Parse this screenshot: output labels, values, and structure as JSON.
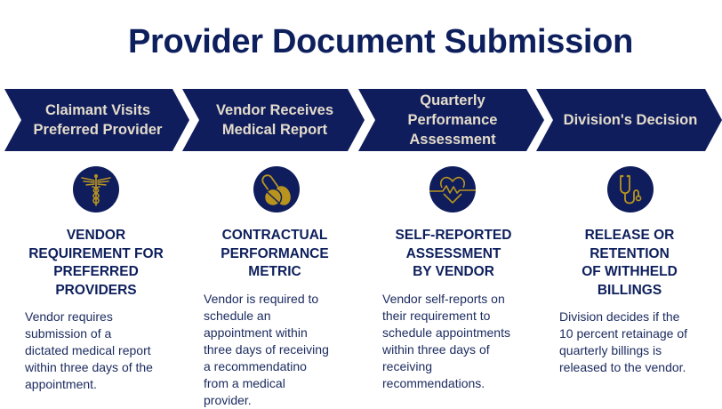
{
  "title": "Provider Document Submission",
  "colors": {
    "navy": "#0f1d5c",
    "title_navy": "#0d1f5c",
    "chevron_text": "#e4dccb",
    "gold": "#b8941f",
    "body_text": "#1a2a5e"
  },
  "steps": [
    {
      "chevron_lines": [
        "Claimant Visits",
        "Preferred Provider"
      ],
      "icon": "caduceus-icon",
      "heading_lines": [
        "VENDOR",
        "REQUIREMENT FOR",
        "PREFERRED",
        "PROVIDERS"
      ],
      "body_lines": [
        "Vendor requires",
        "submission of a",
        "dictated medical report",
        "within three days of the",
        "appointment."
      ]
    },
    {
      "chevron_lines": [
        "Vendor Receives",
        "Medical Report"
      ],
      "icon": "pills-icon",
      "heading_lines": [
        "CONTRACTUAL",
        "PERFORMANCE",
        "METRIC"
      ],
      "body_lines": [
        "Vendor is required to",
        "schedule an",
        "appointment within",
        "three days of receiving",
        "a recommendatino",
        "from a medical",
        "provider."
      ]
    },
    {
      "chevron_lines": [
        "Quarterly",
        "Performance",
        "Assessment"
      ],
      "icon": "heartbeat-icon",
      "heading_lines": [
        "SELF-REPORTED",
        "ASSESSMENT",
        "BY VENDOR"
      ],
      "body_lines": [
        "Vendor self-reports on",
        "their requirement to",
        "schedule appointments",
        "within three days of",
        "receiving",
        "recommendations."
      ]
    },
    {
      "chevron_lines": [
        "Division's Decision"
      ],
      "icon": "stethoscope-icon",
      "heading_lines": [
        "RELEASE OR",
        "RETENTION",
        "OF WITHHELD",
        "BILLINGS"
      ],
      "body_lines": [
        "Division decides if the",
        "10 percent retainage of",
        "quarterly billings is",
        "released to the vendor."
      ]
    }
  ]
}
